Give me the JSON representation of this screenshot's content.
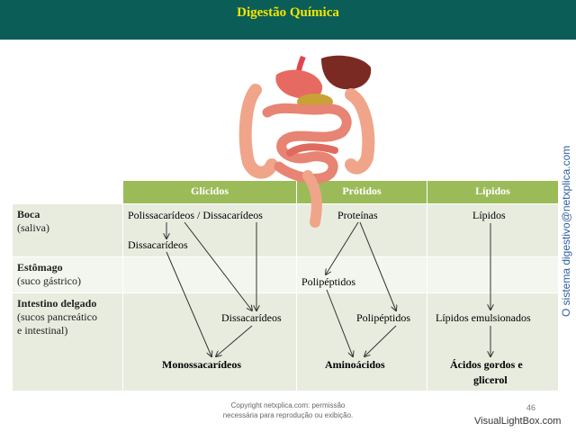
{
  "header": {
    "title": "Digestão Química"
  },
  "columns": {
    "c1": "Glícidos",
    "c2": "Prótidos",
    "c3": "Lípidos"
  },
  "rows": {
    "mouth": {
      "name": "Boca",
      "sub": "(saliva)"
    },
    "stomach": {
      "name": "Estômago",
      "sub": "(suco gástrico)"
    },
    "intestine": {
      "name": "Intestino delgado",
      "sub1": "(sucos pancreático",
      "sub2": "e intestinal)"
    }
  },
  "cells": {
    "glic_poly": "Polissacarídeos / Dissacarídeos",
    "glic_dis1": "Dissacarídeos",
    "glic_dis2": "Dissacarídeos",
    "glic_mono": "Monossacarídeos",
    "prot_prot": "Proteínas",
    "prot_poly1": "Polipéptidos",
    "prot_poly2": "Polipéptidos",
    "prot_amino": "Aminoácidos",
    "lip_lip": "Lípidos",
    "lip_emul": "Lípidos emulsionados",
    "lip_fat1": "Ácidos gordos e",
    "lip_fat2": "glicerol"
  },
  "side_text": "O sistema digestivo@netxplica.com",
  "footer": {
    "copyright1": "Copyright netxplica.com: permissão",
    "copyright2": "necessária para reprodução ou exibição.",
    "page": "46",
    "watermark": "VisualLightBox.com"
  },
  "colors": {
    "header_bg": "#0b5e57",
    "header_text": "#f2e600",
    "column_head": "#9bbb59",
    "row_shade": "#e7ecdf"
  }
}
